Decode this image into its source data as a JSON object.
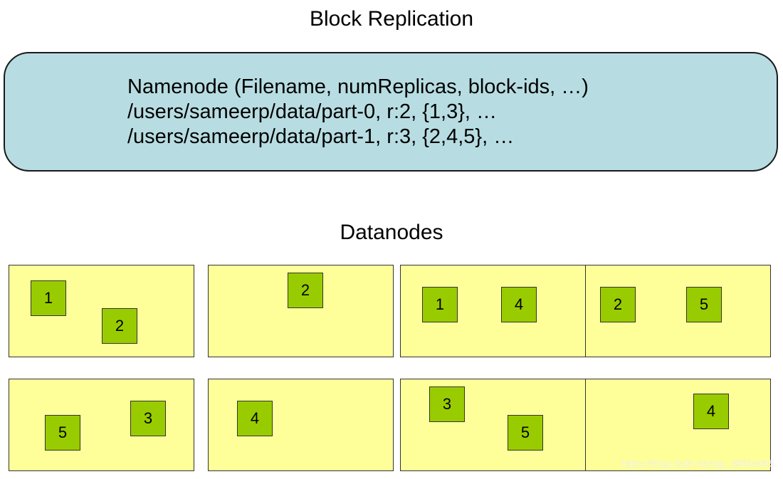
{
  "title": "Block Replication",
  "namenode": {
    "lines": [
      "Namenode (Filename, numReplicas, block-ids, …)",
      "/users/sameerp/data/part-0, r:2, {1,3}, …",
      "/users/sameerp/data/part-1, r:3, {2,4,5}, …"
    ]
  },
  "datanodes_label": "Datanodes",
  "datanodes": [
    {
      "blocks": [
        "1",
        "2"
      ]
    },
    {
      "blocks": [
        "2"
      ]
    },
    {
      "blocks": [
        "1",
        "4"
      ]
    },
    {
      "blocks": [
        "2",
        "5"
      ]
    },
    {
      "blocks": [
        "5",
        "3"
      ]
    },
    {
      "blocks": [
        "4"
      ]
    },
    {
      "blocks": [
        "3",
        "5"
      ]
    },
    {
      "blocks": [
        "4"
      ]
    }
  ],
  "watermark": "https://blog.csdn.net/qq_39604055",
  "colors": {
    "namenode_fill": "#b7dde2",
    "datanode_fill": "#ffff99",
    "block_fill": "#99cc00"
  }
}
